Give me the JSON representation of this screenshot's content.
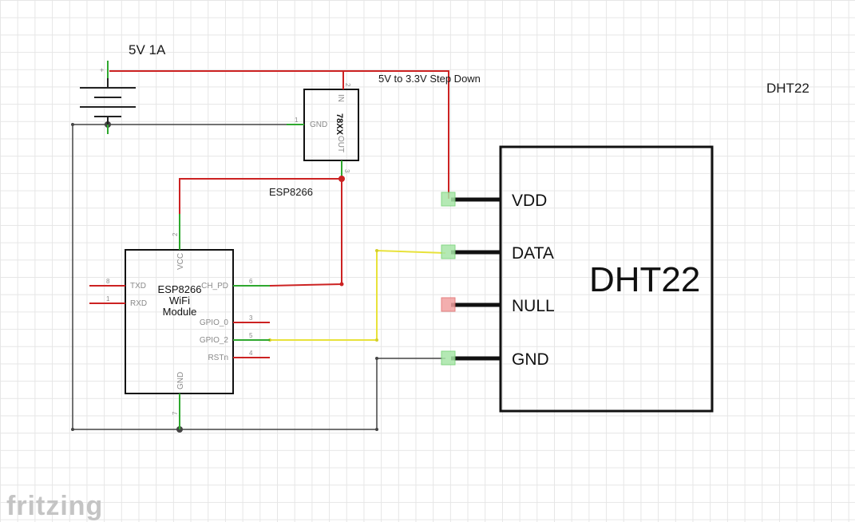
{
  "power": {
    "label": "5V 1A",
    "plus": "+"
  },
  "regulator": {
    "part": "78XX",
    "pin_in": "IN",
    "pin_gnd": "GND",
    "pin_out": "OUT",
    "pin1": "1",
    "pin2": "2",
    "pin3": "3"
  },
  "labels": {
    "step_down": "5V to 3.3V Step Down",
    "esp_net": "ESP8266",
    "dht_top": "DHT22"
  },
  "esp": {
    "title_line1": "ESP8266",
    "title_line2": "WiFi",
    "title_line3": "Module",
    "pins": {
      "vcc": {
        "label": "VCC",
        "num": "2"
      },
      "gnd": {
        "label": "GND",
        "num": "7"
      },
      "txd": {
        "label": "TXD",
        "num": "8"
      },
      "rxd": {
        "label": "RXD",
        "num": "1"
      },
      "ch_pd": {
        "label": "CH_PD",
        "num": "6"
      },
      "gpio0": {
        "label": "GPIO_0",
        "num": "3"
      },
      "gpio2": {
        "label": "GPIO_2",
        "num": "5"
      },
      "rstn": {
        "label": "RSTn",
        "num": "4"
      }
    }
  },
  "dht": {
    "title": "DHT22",
    "pins": {
      "vdd": "VDD",
      "data": "DATA",
      "null": "NULL",
      "gnd": "GND"
    }
  },
  "brand": {
    "logo": "fritzing"
  },
  "colors": {
    "wire_power": "#cc2222",
    "wire_ground": "#444444",
    "wire_signal": "#e8e23a",
    "pin_connected": "#2fa82f",
    "pin_unconnected": "#cc2222",
    "grid": "#e6e6e6"
  }
}
